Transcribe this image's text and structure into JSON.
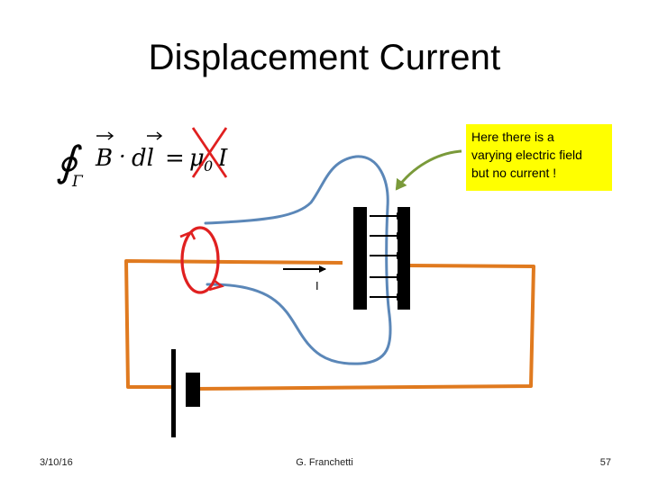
{
  "slide": {
    "title": "Displacement Current"
  },
  "equation": {
    "lhs_symbol": "∮",
    "lower_limit": "Γ",
    "field": "B",
    "dot": "·",
    "element": "dl",
    "equals": "=",
    "constant": "μ",
    "constant_subscript": "0",
    "current": "I"
  },
  "diagram": {
    "current_label": "I",
    "note_lines": [
      "Here  there is a",
      "varying electric field",
      "but no current !"
    ]
  },
  "colors": {
    "circuit_wire": "#e07a1f",
    "surface": "#5b87b8",
    "loop": "#e02020",
    "cross_mark": "#e02020",
    "note_background": "#ffff00",
    "note_arrow": "#7a9a3a",
    "plates": "#000000"
  },
  "footer": {
    "date": "3/10/16",
    "author": "G. Franchetti",
    "page": "57"
  }
}
